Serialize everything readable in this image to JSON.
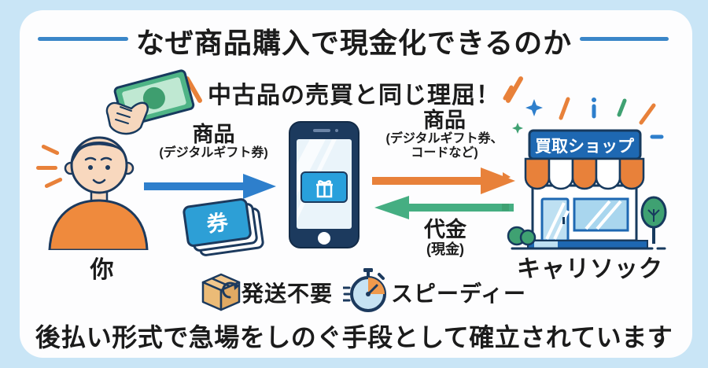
{
  "header": {
    "title": "なぜ商品購入で現金化できるのか"
  },
  "subtitle": {
    "text": "中古品の売買と同じ理屈！"
  },
  "person": {
    "label": "你"
  },
  "shop": {
    "sign": "買取ショップ",
    "label": "キャリソック"
  },
  "flows": {
    "give_phone": {
      "title": "商品",
      "subtitle": "(デジタルギフト券)"
    },
    "give_shop": {
      "title": "商品",
      "subtitle_line1": "(デジタルギフト券、",
      "subtitle_line2": "コードなど)"
    },
    "payment": {
      "title": "代金",
      "subtitle": "(現金)"
    }
  },
  "gift_cards": {
    "glyph": "券"
  },
  "features": {
    "no_shipping": "発送不要",
    "speedy": "スピーディー"
  },
  "footer": {
    "text": "後払い形式で急場をしのぐ手段として確立されています"
  },
  "colors": {
    "background": "#c9e5f6",
    "panel": "#fdfdfe",
    "accent_blue": "#2e7fcc",
    "accent_orange": "#e8813a",
    "accent_green": "#45ae82",
    "line_blue": "#3a86c8",
    "navy": "#1c3a5e",
    "text": "#1b1b1b"
  }
}
